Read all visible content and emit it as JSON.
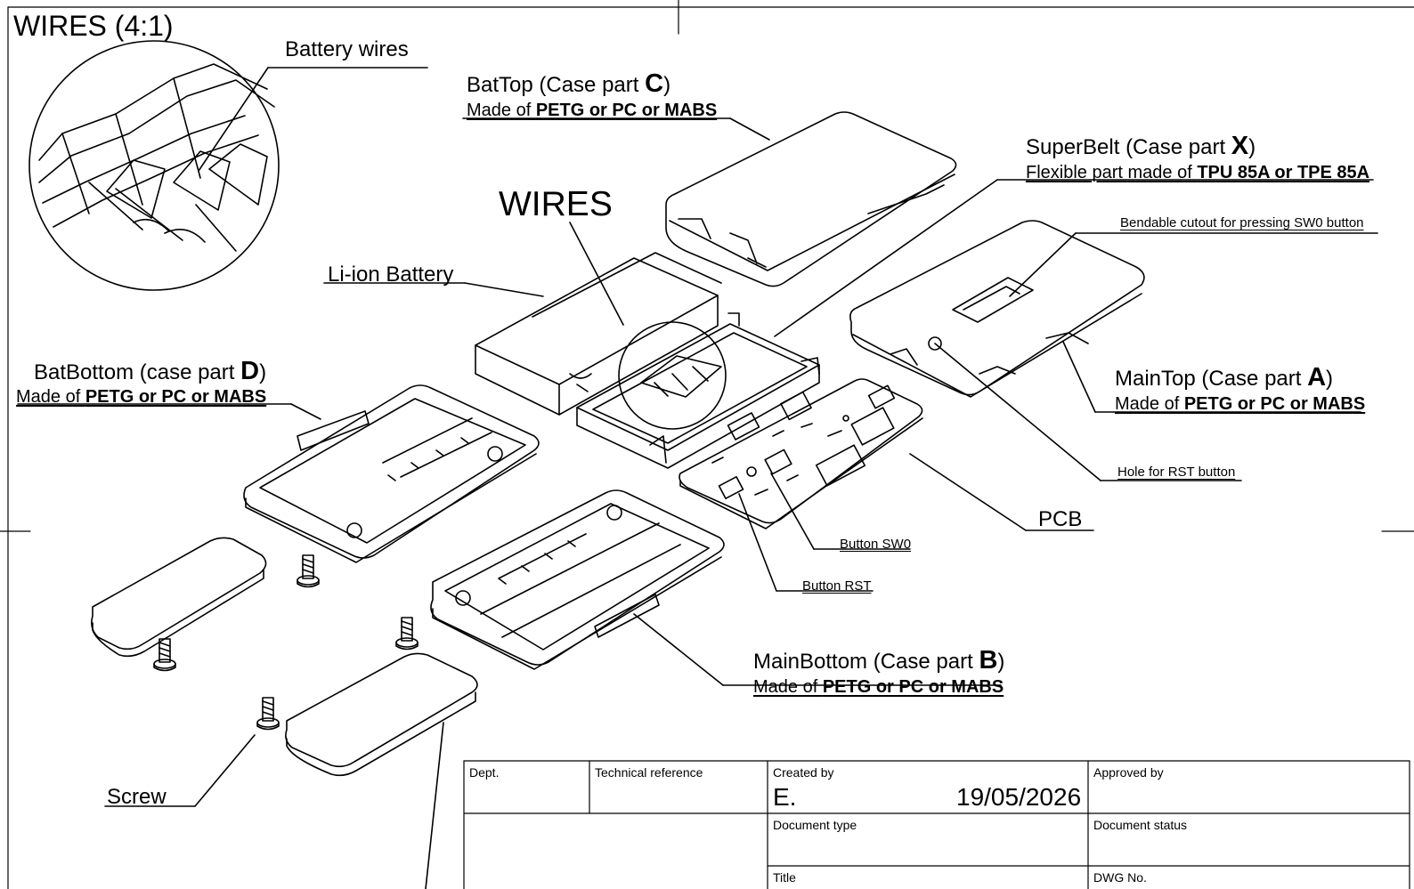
{
  "detail_view": {
    "title": "WIRES (4:1)",
    "label": "Battery wires"
  },
  "wires_label": "WIRES",
  "parts": {
    "battop": {
      "name": "BatTop (Case part ",
      "letter": "C",
      "close": ")",
      "material_prefix": "Made of ",
      "material": "PETG or PC or MABS"
    },
    "superbelt": {
      "name": "SuperBelt (Case part ",
      "letter": "X",
      "close": ")",
      "material_prefix": "Flexible part made of ",
      "material": "TPU 85A or TPE 85A"
    },
    "batbottom": {
      "name": "BatBottom (case part ",
      "letter": "D",
      "close": ")",
      "material_prefix": "Made of ",
      "material": "PETG or PC or MABS"
    },
    "maintop": {
      "name": "MainTop (Case part ",
      "letter": "A",
      "close": ")",
      "material_prefix": "Made of ",
      "material": "PETG or PC or MABS"
    },
    "mainbottom": {
      "name": "MainBottom (Case part ",
      "letter": "B",
      "close": ")",
      "material_prefix": "Made of ",
      "material": "PETG or PC or MABS"
    }
  },
  "callouts": {
    "battery": "Li-ion Battery",
    "cutout": "Bendable cutout for pressing SW0 button",
    "rst_hole": "Hole for RST button",
    "pcb": "PCB",
    "button_sw0": "Button SW0",
    "button_rst": "Button RST",
    "screw": "Screw"
  },
  "title_block": {
    "dept_label": "Dept.",
    "tech_ref_label": "Technical reference",
    "created_by_label": "Created by",
    "created_by_value": "E.",
    "date": "19/05/2026",
    "approved_by_label": "Approved by",
    "doc_type_label": "Document type",
    "doc_status_label": "Document status",
    "title_label": "Title",
    "dwg_no_label": "DWG No."
  }
}
